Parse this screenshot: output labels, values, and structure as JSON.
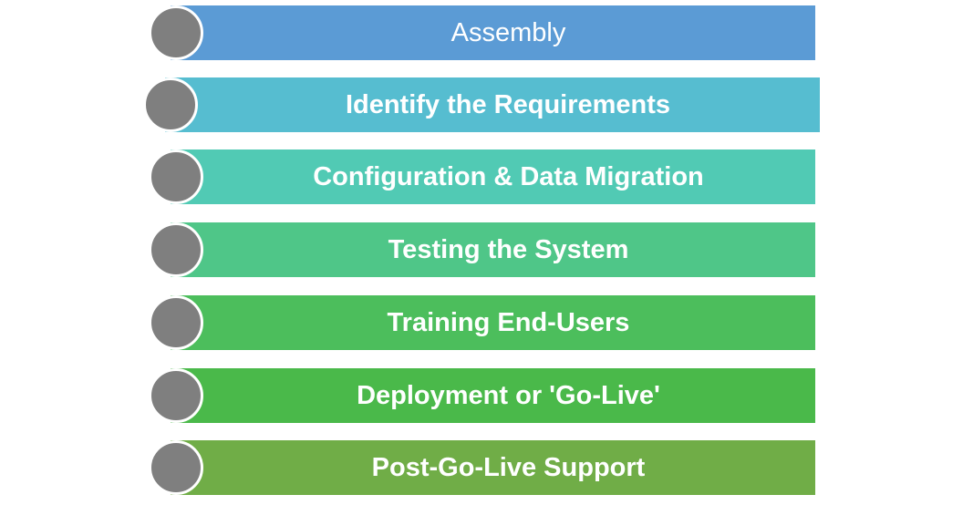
{
  "steps": [
    {
      "label": "Assembly",
      "color": "#5b9bd5"
    },
    {
      "label": "Identify the Requirements",
      "color": "#56bdd0"
    },
    {
      "label": "Configuration & Data Migration",
      "color": "#51cab4"
    },
    {
      "label": "Testing the System",
      "color": "#4fc688"
    },
    {
      "label": "Training End-Users",
      "color": "#4cbe5c"
    },
    {
      "label": "Deployment or 'Go-Live'",
      "color": "#4ab94a"
    },
    {
      "label": "Post-Go-Live Support",
      "color": "#70ad47"
    }
  ],
  "bullet_color": "#7f7f7f"
}
